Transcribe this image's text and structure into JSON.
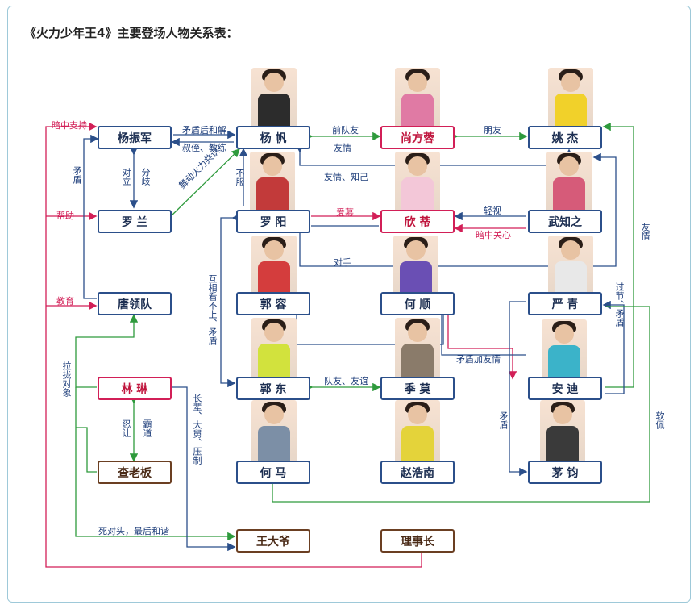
{
  "title": "《火力少年王4》主要登场人物关系表：",
  "colors": {
    "blue": "#2b4f8a",
    "red": "#d21f57",
    "green": "#2e9a3c",
    "brown": "#6b3f22"
  },
  "nodes": {
    "yang_zhenjun": "杨振军",
    "yang_fan": "杨 帆",
    "shang_fangrong": "尚方蓉",
    "yao_jie": "姚 杰",
    "luo_lan": "罗 兰",
    "luo_yang": "罗 阳",
    "xin_di": "欣 蒂",
    "wu_zhizhi": "武知之",
    "tang_lingdui": "唐领队",
    "guo_rong": "郭 容",
    "he_shun": "何 顺",
    "yan_qing": "严 青",
    "lin_lin": "林 琳",
    "guo_dong": "郭 东",
    "ji_mo": "季 莫",
    "an_di": "安 迪",
    "cha_laoban": "查老板",
    "he_ma": "何 马",
    "zhao_haonan": "赵浩南",
    "mao_jun": "茅 钧",
    "wang_daye": "王大爷",
    "lishizhang": "理事长"
  },
  "labels": {
    "anzhong_zhichi": "暗中支持",
    "maodun_houhejie": "矛盾后和解",
    "shuzhi_jiaolian": "叔侄、教练",
    "qianduiyou": "前队友",
    "youqing": "友情",
    "pengyou": "朋友",
    "youqing_zhiji": "友情、知己",
    "maodun_left": "矛盾",
    "duili": "对立",
    "fenqi": "分歧",
    "wudong_huoli": "舞动火力共识",
    "bufu": "不服",
    "bangzhu": "帮助",
    "aimu": "爱慕",
    "qingshi": "轻视",
    "anzhong_guanxin": "暗中关心",
    "youqing_right": "友情",
    "jiaoyu": "教育",
    "duishou": "对手",
    "huxiang_kanbushang": "互相看不上、矛盾",
    "guojie_maodun": "过节、矛盾",
    "maodun_jia_youqing": "矛盾加友情",
    "duiyou_youyi": "队友、友谊",
    "lalong_duixiang": "拉拢对象",
    "renrang": "忍让",
    "badao": "霸道",
    "zhangbei": "长辈、大舅、压制",
    "maodun_bottom": "矛盾",
    "ruanpei": "软佩",
    "siduitou": "死对头，最后和谐"
  }
}
